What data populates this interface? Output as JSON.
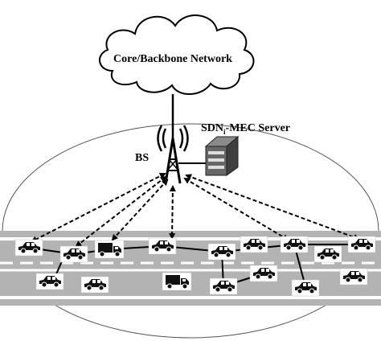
{
  "labels": {
    "cloud": "Core/Backbone Network",
    "server_prefix": "SDN",
    "server_sub": "i",
    "server_suffix": "-MEC Server",
    "bs": "BS"
  },
  "icons": {
    "cloud": "cloud-icon",
    "tower": "cell-tower-icon",
    "server": "server-icon",
    "car": "car-icon",
    "truck": "truck-icon"
  },
  "colors": {
    "road": "#b3b3b3",
    "lane_marking": "#ffffff",
    "link": "#000000",
    "server": "#555555",
    "background": "#ffffff"
  }
}
